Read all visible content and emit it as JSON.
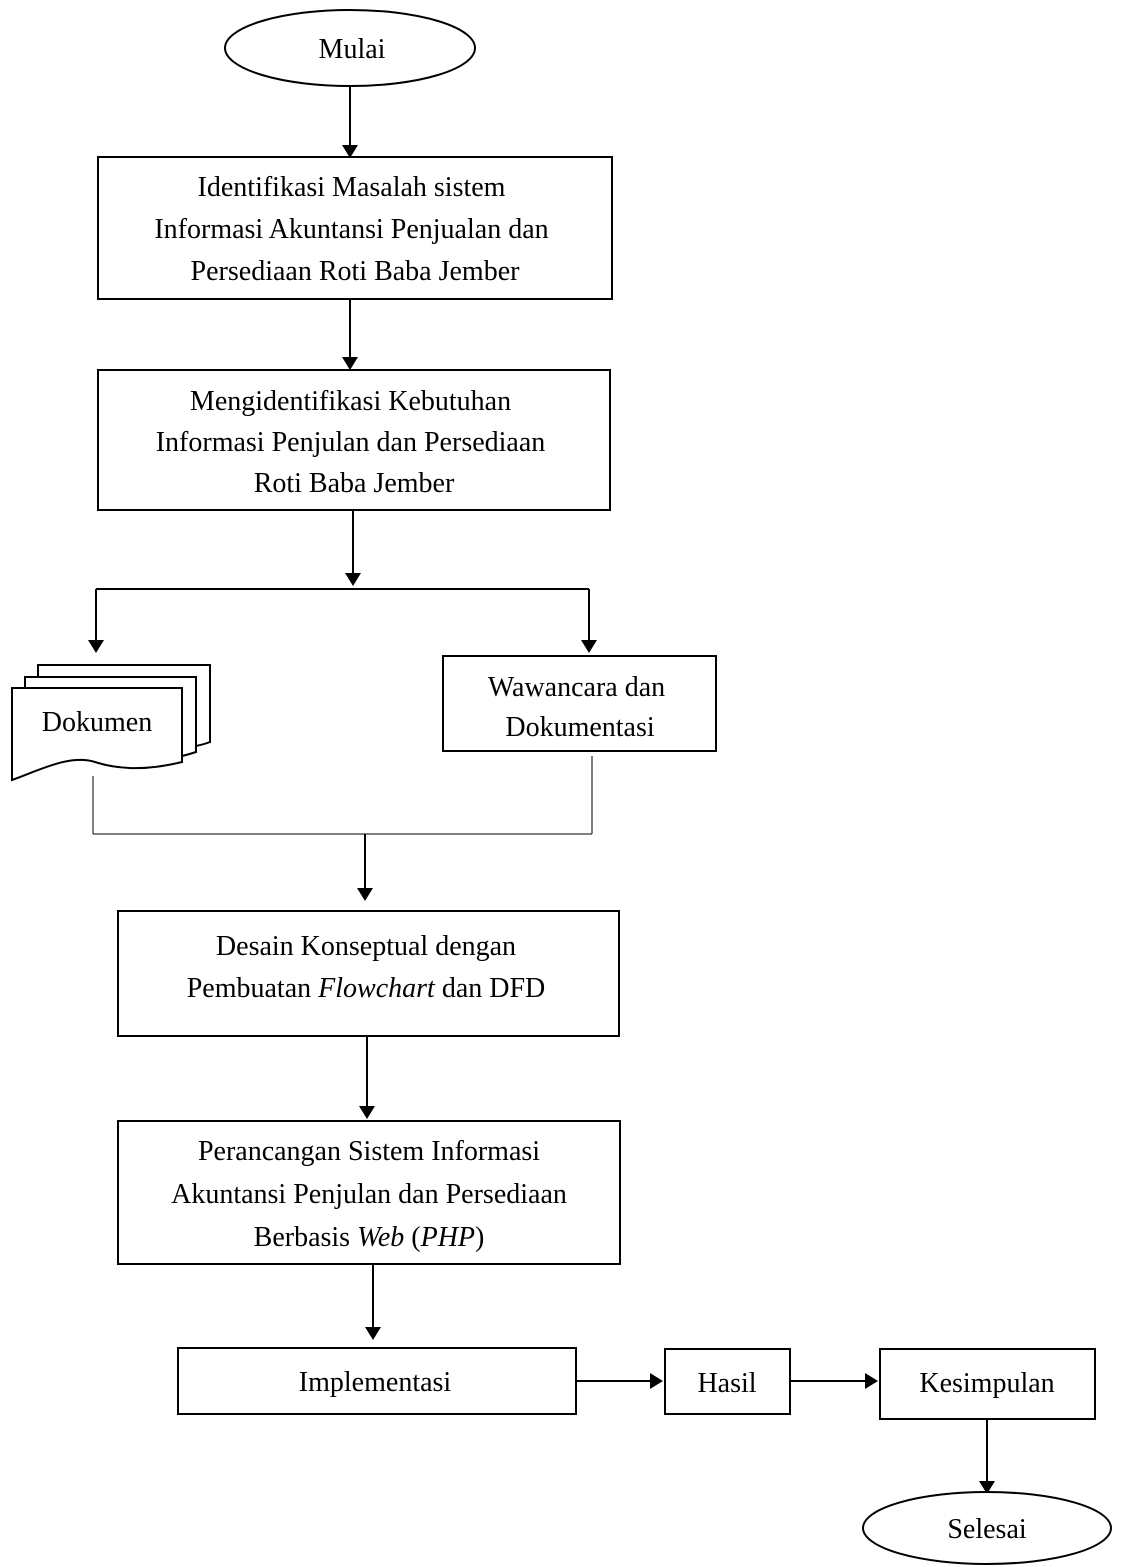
{
  "nodes": {
    "start": {
      "label": "Mulai"
    },
    "identify_problem": {
      "lines": [
        "Identifikasi Masalah sistem",
        "Informasi Akuntansi Penjualan dan",
        "Persediaan Roti Baba Jember"
      ]
    },
    "identify_needs": {
      "lines": [
        "Mengidentifikasi Kebutuhan",
        "Informasi Penjulan dan Persediaan",
        "Roti Baba Jember"
      ]
    },
    "documents": {
      "label": "Dokumen"
    },
    "interview": {
      "lines": [
        "Wawancara dan",
        "Dokumentasi"
      ]
    },
    "conceptual_design": {
      "line1": "Desain Konseptual dengan",
      "line2_a": "Pembuatan ",
      "line2_b": "Flowchart",
      "line2_c": " dan DFD"
    },
    "system_design": {
      "line1": "Perancangan Sistem Informasi",
      "line2": "Akuntansi Penjulan dan Persediaan",
      "line3_a": "Berbasis ",
      "line3_b": "Web",
      "line3_c": " (",
      "line3_d": "PHP",
      "line3_e": ")"
    },
    "implementation": {
      "label": "Implementasi"
    },
    "result": {
      "label": "Hasil"
    },
    "conclusion": {
      "label": "Kesimpulan"
    },
    "end": {
      "label": "Selesai"
    }
  }
}
